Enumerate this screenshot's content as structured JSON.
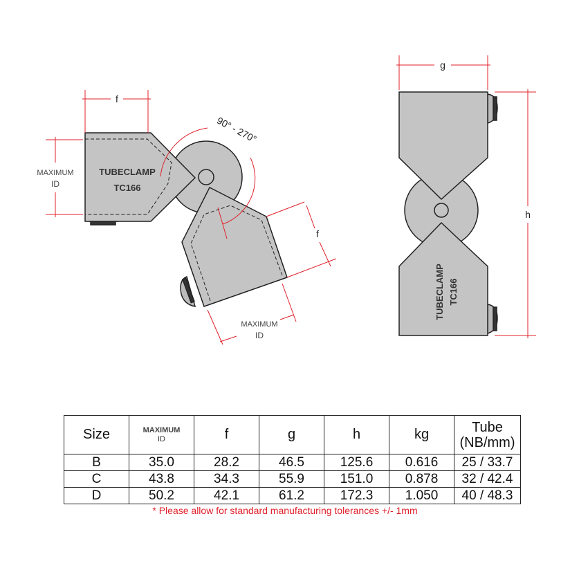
{
  "diagram": {
    "brand_line1": "TUBECLAMP",
    "brand_line2": "TC166",
    "dim_f": "f",
    "dim_g": "g",
    "dim_h": "h",
    "angle_label": "90° - 270°",
    "max_label": "MAXIMUM",
    "id_label": "ID",
    "colors": {
      "body": "#c4c4c4",
      "dimension": "#e0202a",
      "outline": "#222222"
    }
  },
  "table": {
    "headers": {
      "size": "Size",
      "max": "MAXIMUM",
      "id": "ID",
      "f": "f",
      "g": "g",
      "h": "h",
      "kg": "kg",
      "tube1": "Tube",
      "tube2": "(NB/mm)"
    },
    "rows": [
      [
        "B",
        "35.0",
        "28.2",
        "46.5",
        "125.6",
        "0.616",
        "25 / 33.7"
      ],
      [
        "C",
        "43.8",
        "34.3",
        "55.9",
        "151.0",
        "0.878",
        "32 / 42.4"
      ],
      [
        "D",
        "50.2",
        "42.1",
        "61.2",
        "172.3",
        "1.050",
        "40 / 48.3"
      ]
    ],
    "note": "* Please allow for standard manufacturing tolerances +/- 1mm"
  }
}
